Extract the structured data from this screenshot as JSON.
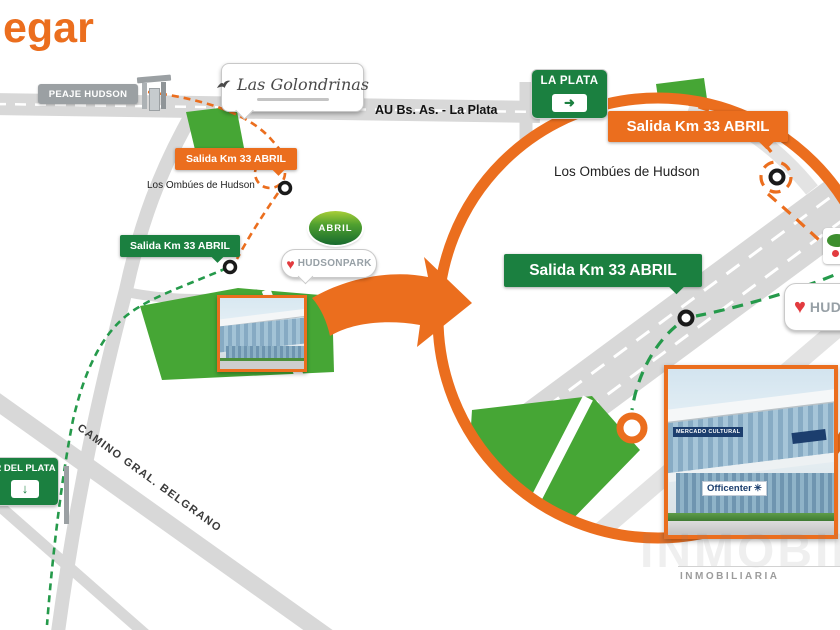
{
  "page": {
    "heading": "egar"
  },
  "colors": {
    "orange": "#EB6E1E",
    "green_sign": "#1B8040",
    "field_green": "#46A635",
    "road_gray": "#D8D8D8",
    "heart_red": "#E23B3F",
    "navy": "#1C3E6E"
  },
  "main_map": {
    "peaje_sign": "PEAJE HUDSON",
    "golondrinas_sign": "Las Golondrinas",
    "la_plata_sign": "LA PLATA",
    "la_plata_arrow": "➜",
    "highway_label": "AU Bs. As. - La Plata",
    "salida_orange_sign": "Salida Km 33 ABRIL",
    "ombues_label": "Los Ombúes de Hudson",
    "salida_green_sign": "Salida Km 33 ABRIL",
    "abril_logo": "ABRIL",
    "hudson_park_heart": "♥",
    "hudson_park_logo": "HUDSONPARK",
    "camino_label": "CAMINO GRAL. BELGRANO",
    "mar_del_plata_sign": "R DEL PLATA",
    "mar_del_plata_arrow": "↓"
  },
  "zoom_view": {
    "salida_orange_sign": "Salida Km 33 ABRIL",
    "ombues_label": "Los Ombúes de Hudson",
    "salida_green_sign": "Salida Km 33 ABRIL",
    "hudson_park_heart": "♥",
    "hudson_park_logo": "HUD",
    "building_sign_top": "MERCADO CULTURAL",
    "building_sign_main": "Officenter",
    "building_sign_mark": "✳"
  },
  "watermark": {
    "agency": "INMOBILIARIA"
  }
}
